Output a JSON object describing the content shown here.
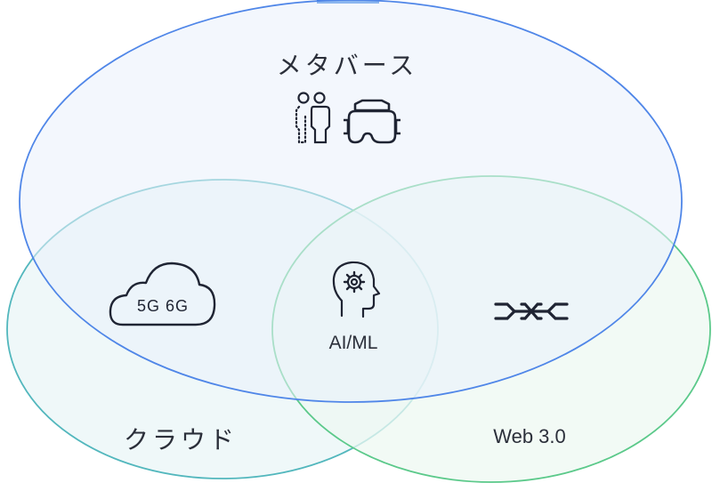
{
  "diagram": {
    "metaverse_label": "メタバース",
    "cloud_label": "クラウド",
    "web3_label": "Web 3.0",
    "aiml_label": "AI/ML",
    "cloud_icon_text": "5G 6G",
    "icons": [
      "people-icon",
      "vr-headset-icon",
      "cloud-icon",
      "ai-head-icon",
      "chain-link-icon"
    ]
  },
  "colors": {
    "metaverse_stroke": "#4f86e8",
    "metaverse_fill": "#eef3fd",
    "cloud_stroke": "#52b7bd",
    "cloud_fill": "#eaf6f7",
    "web3_stroke": "#5bc98a",
    "web3_fill": "#edf8f1",
    "icon_color": "#1f2433",
    "accent_tab": "#1a6fe0"
  }
}
